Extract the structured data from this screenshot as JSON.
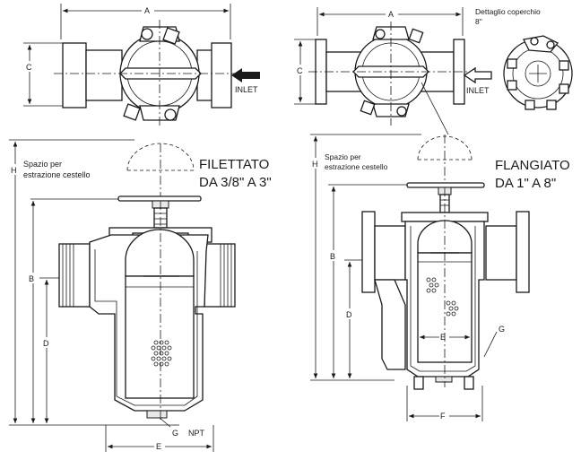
{
  "left": {
    "title_line1": "FILETTATO",
    "title_line2": "DA 3/8\" A 3\"",
    "space_line1": "Spazio per",
    "space_line2": "estrazione cestello",
    "inlet": "INLET",
    "npt": "NPT",
    "dims": {
      "A": "A",
      "B": "B",
      "C": "C",
      "D": "D",
      "E": "E",
      "G": "G",
      "H": "H"
    }
  },
  "right": {
    "title_line1": "FLANGIATO",
    "title_line2": "DA 1\"  A  8\"",
    "space_line1": "Spazio per",
    "space_line2": "estrazione cestello",
    "inlet": "INLET",
    "detail_line1": "Dettaglio coperchio",
    "detail_line2": "8\"",
    "dims": {
      "A": "A",
      "B": "B",
      "C": "C",
      "D": "D",
      "E": "E",
      "F": "F",
      "G": "G",
      "H": "H"
    }
  }
}
